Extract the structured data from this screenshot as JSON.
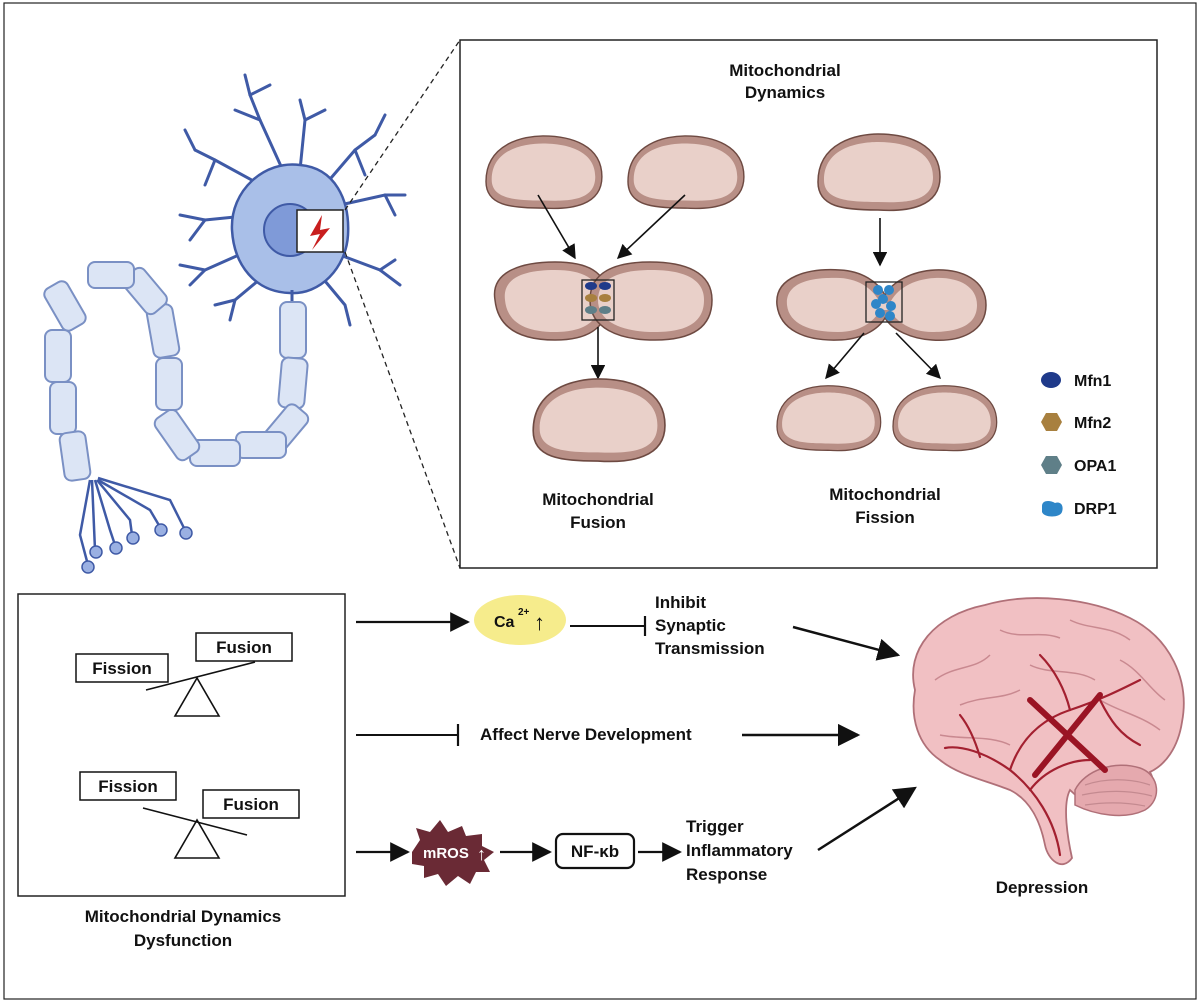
{
  "figure": {
    "inset_title": [
      "Mitochondrial",
      "Dynamics"
    ],
    "fusion_label": [
      "Mitochondrial",
      "Fusion"
    ],
    "fission_label": [
      "Mitochondrial",
      "Fission"
    ],
    "legend": [
      {
        "name": "Mfn1",
        "color": "#1f3a8a",
        "shape": "ellipse"
      },
      {
        "name": "Mfn2",
        "color": "#a8803f",
        "shape": "hexagon"
      },
      {
        "name": "OPA1",
        "color": "#5f7f88",
        "shape": "hexagon"
      },
      {
        "name": "DRP1",
        "color": "#2e86c8",
        "shape": "blob"
      }
    ],
    "balance": {
      "top": {
        "left": "Fission",
        "right": "Fusion"
      },
      "bottom": {
        "left": "Fission",
        "right": "Fusion"
      }
    },
    "dysfunction_label": [
      "Mitochondrial Dynamics",
      "Dysfunction"
    ],
    "pathway1": {
      "ca_label": "Ca",
      "ca_sup": "2+",
      "up_arrow": "↑",
      "text": [
        "Inhibit",
        "Synaptic",
        "Transmission"
      ]
    },
    "pathway2": {
      "text": "Affect Nerve Development"
    },
    "pathway3": {
      "mros": "mROS",
      "up_arrow": "↑",
      "nfkb": "NF-κb",
      "text": [
        "Trigger",
        "Inflammatory",
        "Response"
      ]
    },
    "outcome": "Depression",
    "colors": {
      "neuron": "#a9bfe8",
      "neuron_dark": "#3f5aa6",
      "mito_outer": "#b88f86",
      "mito_inner": "#e9d0c9",
      "mito_edge": "#6e4a42",
      "brain": "#f1c0c3",
      "brain_vessel": "#a32030",
      "ca_bubble": "#f6ec8c",
      "mros": "#6a2a35"
    }
  }
}
